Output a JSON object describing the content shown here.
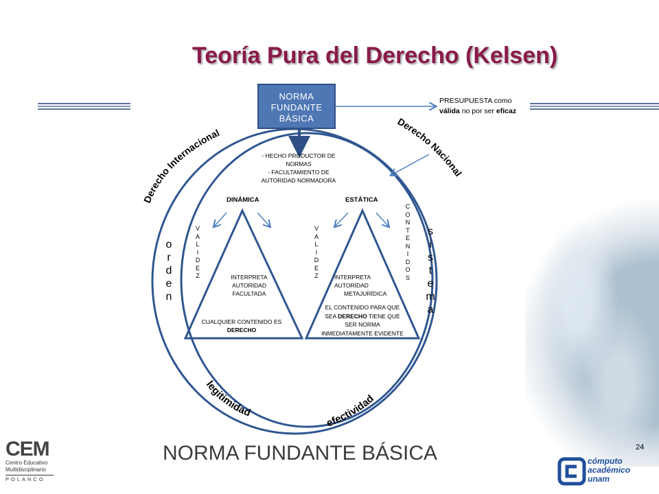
{
  "title": "Teoría Pura del Derecho (Kelsen)",
  "norma_box": "NORMA\nFUNDANTE\nBÁSICA",
  "presupuesta": {
    "line1": "PRESUPUESTA como",
    "line2_bold1": "válida",
    "line2_mid": " no por ser ",
    "line2_bold2": "eficaz"
  },
  "arc_labels": {
    "derecho_internacional": "Derecho Internacional",
    "derecho_nacional": "Derecho Nacional",
    "legitimidad": "legitimidad",
    "efectividad": "efectividad"
  },
  "hecho": [
    "- HECHO PRODUCTOR DE",
    "NORMAS",
    "- FACULTAMIENTO DE",
    "AUTORIDAD NORMADORA"
  ],
  "dinamica": {
    "heading": "DINÁMICA",
    "validez": [
      "V",
      "A",
      "L",
      "I",
      "D",
      "E",
      "Z"
    ],
    "interpreta": [
      "INTERPRETA",
      "AUTORIDAD",
      "FACULTADA"
    ],
    "contenido": [
      "CUALQUIER CONTENIDO ES",
      "DERECHO"
    ]
  },
  "estatica": {
    "heading": "ESTÁTICA",
    "validez": [
      "V",
      "A",
      "L",
      "I",
      "D",
      "E",
      "Z"
    ],
    "contenidos": [
      "C",
      "O",
      "N",
      "T",
      "E",
      "N",
      "I",
      "D",
      "O",
      "S"
    ],
    "interpreta": [
      "INTERPRETA",
      "AUTORIDAD",
      "METAJURÍDICA"
    ],
    "contenido": {
      "line1": "EL CONTENIDO PARA QUE",
      "line2_pre": "SEA ",
      "line2_bold": "DERECHO",
      "line2_post": " TIENE QUE",
      "line3": "SER NORMA",
      "line4": "INMEDIATAMENTE EVIDENTE"
    }
  },
  "orden": [
    "o",
    "r",
    "d",
    "e",
    "n"
  ],
  "sistema": [
    "s",
    "i",
    "s",
    "t",
    "e",
    "m",
    "a"
  ],
  "footer_title": "NORMA FUNDANTE BÁSICA",
  "page_number": "24",
  "logo_left": {
    "mark": "CEM",
    "line1": "Centro Educativo",
    "line2": "Multidisciplinario",
    "line3": "POLANCO"
  },
  "logo_right": {
    "line1": "cómputo",
    "line2": "académico",
    "line3": "unam"
  },
  "colors": {
    "title": "#8a1a4a",
    "box": "#4f77b4",
    "ellipse": "#2f5690",
    "arrow": "#4f7fc0"
  }
}
